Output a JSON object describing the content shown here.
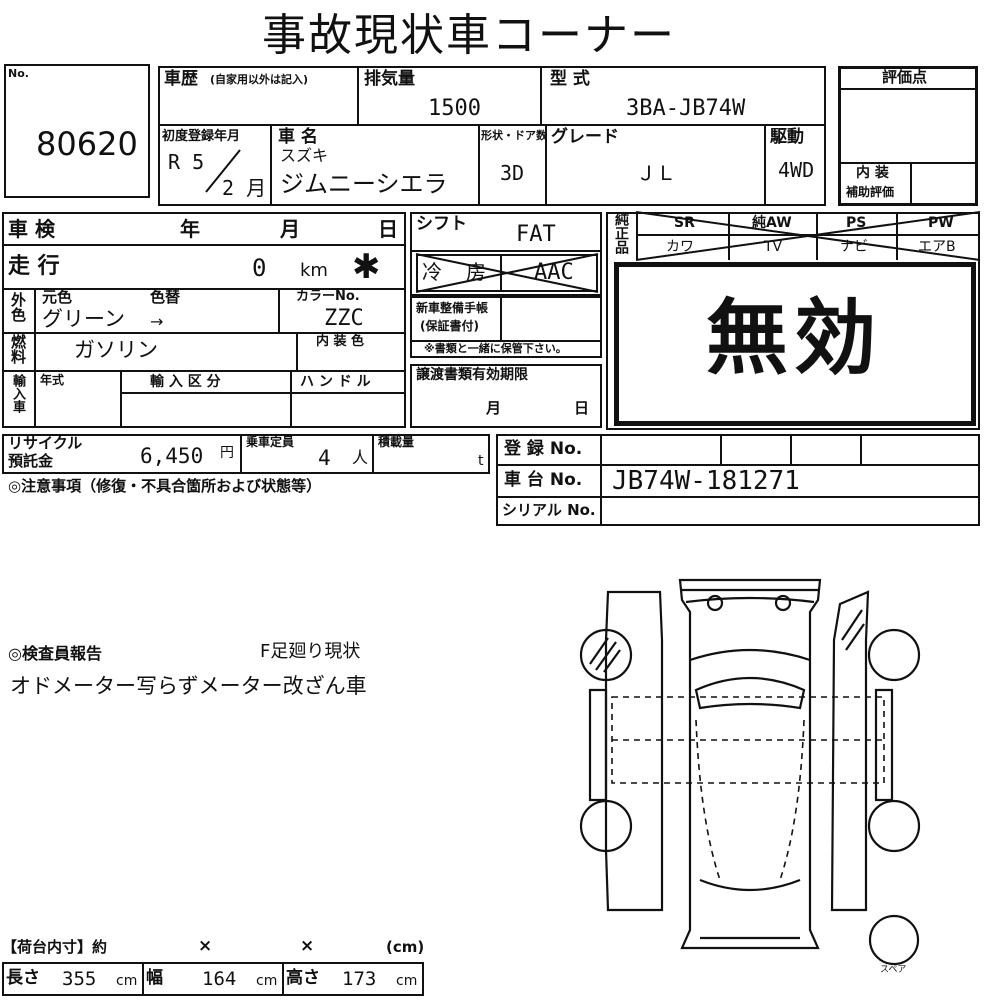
{
  "title": "事故現状車コーナー",
  "no_label": "No.",
  "lot_no": "80620",
  "history": {
    "label": "車歴",
    "note": "(自家用以外は記入)"
  },
  "displacement": {
    "label": "排気量",
    "value": "1500"
  },
  "model": {
    "label": "型 式",
    "value": "3BA-JB74W"
  },
  "rating": {
    "label": "評価点",
    "interior_label_1": "内 装",
    "interior_label_2": "補助評価"
  },
  "first_reg": {
    "label": "初度登録年月",
    "era": "R 5",
    "month": "2 月"
  },
  "car_name": {
    "label": "車 名",
    "maker": "スズキ",
    "name": "ジムニーシエラ"
  },
  "doors": {
    "label": "形状・ドア数",
    "value": "3D"
  },
  "grade": {
    "label": "グレード",
    "value": "ＪＬ"
  },
  "drive": {
    "label": "駆動",
    "value": "4WD"
  },
  "inspection": {
    "label": "車 検",
    "year": "年",
    "month": "月",
    "day": "日"
  },
  "mileage": {
    "label": "走 行",
    "value": "0",
    "unit": "km",
    "mark": "✱"
  },
  "shift": {
    "label": "シフト",
    "value": "FAT"
  },
  "ac": {
    "label_1": "冷",
    "label_2": "房",
    "value": "AAC"
  },
  "equipment": {
    "side_label": "純正品",
    "row1": [
      "SR",
      "純AW",
      "PS",
      "PW"
    ],
    "row2": [
      "カワ",
      "TV",
      "ナビ",
      "エアB"
    ]
  },
  "void_stamp": "無効",
  "exterior_color": {
    "side_label": "外色",
    "orig_label": "元色",
    "change_label": "色替",
    "value": "グリーン",
    "arrow": "→"
  },
  "color_no": {
    "label": "カラーNo.",
    "value": "ZZC"
  },
  "maintenance_book": {
    "label_1": "新車整備手帳",
    "label_2": "(保証書付)",
    "note": "※書類と一緒に保管下さい。"
  },
  "fuel": {
    "side_label": "燃料",
    "value": "ガソリン"
  },
  "interior_color": {
    "label": "内 装 色"
  },
  "import": {
    "side_label": "輸入車",
    "year_label": "年式",
    "category_label": "輸 入 区 分",
    "handle_label": "ハ ン ド ル"
  },
  "transfer_docs": {
    "label": "譲渡書類有効期限",
    "month": "月",
    "day": "日"
  },
  "recycle": {
    "label_1": "リサイクル",
    "label_2": "預託金",
    "value": "6,450",
    "unit": "円"
  },
  "capacity": {
    "label": "乗車定員",
    "value": "4",
    "unit": "人"
  },
  "load": {
    "label": "積載量",
    "unit": "t"
  },
  "registration": {
    "reg_label": "登 録 No.",
    "chassis_label": "車 台 No.",
    "chassis_value": "JB74W-181271",
    "serial_label": "シリアル No."
  },
  "notes_label": "◎注意事項（修復・不具合箇所および状態等）",
  "inspector": {
    "label": "◎検査員報告",
    "status": "F足廻り現状",
    "report": "オドメーター写らずメーター改ざん車"
  },
  "cargo": {
    "label": "【荷台内寸】約",
    "x1": "×",
    "x2": "×",
    "unit_label": "(cm)",
    "length_label": "長さ",
    "length": "355",
    "width_label": "幅",
    "width": "164",
    "height_label": "高さ",
    "height": "173",
    "cm": "cm"
  },
  "spare_label": "スペア"
}
